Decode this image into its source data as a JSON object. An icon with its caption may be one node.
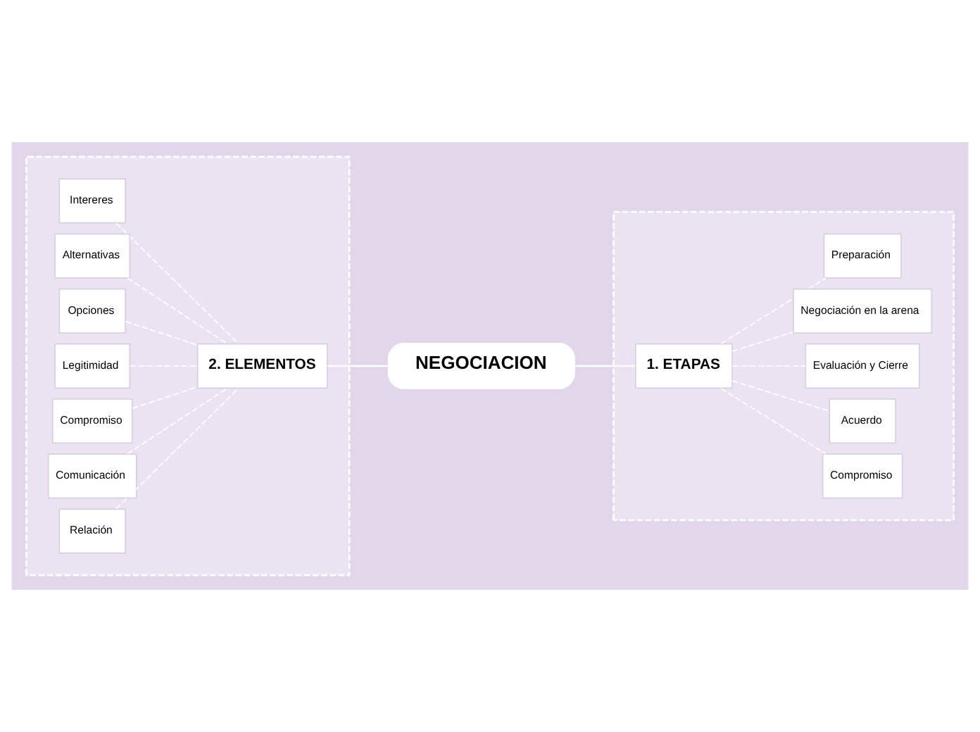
{
  "diagram": {
    "nodes": [
      {
        "text": [
          "NEGOCIACION"
        ]
      },
      {
        "text": [],
        "shape": "band"
      },
      {
        "text": [
          "1. ETAPAS"
        ],
        "in": 1
      },
      {
        "text": [
          "Preparación"
        ],
        "in": 1
      },
      {
        "text": [
          "Negociación en la arena"
        ],
        "in": 1
      },
      {
        "text": [
          "Evaluación y Cierre"
        ],
        "in": 1
      },
      {
        "text": [
          "Acuerdo"
        ],
        "in": 1
      },
      {
        "text": [
          "Compromiso"
        ],
        "in": 1
      },
      {
        "text": [],
        "shape": "band"
      },
      {
        "text": [
          "2. ELEMENTOS"
        ],
        "in": 8
      },
      {
        "text": [
          "Intereres"
        ],
        "in": 8
      },
      {
        "text": [
          "Alternativas"
        ],
        "in": 8
      },
      {
        "text": [
          "Opciones"
        ],
        "in": 8
      },
      {
        "text": [
          "Legitimidad"
        ],
        "in": 8
      },
      {
        "text": [
          "Compromiso"
        ],
        "in": 8
      },
      {
        "text": [
          "Comunicación"
        ],
        "in": 8
      },
      {
        "text": [
          "Relación"
        ],
        "in": 8
      }
    ],
    "edges": [
      {
        "from": 0,
        "to": 2,
        "arrow": "none"
      },
      {
        "from": 2,
        "to": 3,
        "arrow": "none",
        "style": "dashed"
      },
      {
        "from": 2,
        "to": 4,
        "arrow": "none",
        "style": "dashed"
      },
      {
        "from": 2,
        "to": 5,
        "arrow": "none",
        "style": "dashed"
      },
      {
        "from": 2,
        "to": 6,
        "arrow": "none",
        "style": "dashed"
      },
      {
        "from": 2,
        "to": 7,
        "arrow": "none",
        "style": "dashed"
      },
      {
        "from": 9,
        "to": 0,
        "arrow": "none"
      },
      {
        "from": 10,
        "to": 9,
        "arrow": "none",
        "style": "dashed"
      },
      {
        "from": 11,
        "to": 9,
        "arrow": "none",
        "style": "dashed"
      },
      {
        "from": 12,
        "to": 9,
        "arrow": "none",
        "style": "dashed"
      },
      {
        "from": 13,
        "to": 9,
        "arrow": "none",
        "style": "dashed"
      },
      {
        "from": 14,
        "to": 9,
        "arrow": "none",
        "style": "dashed"
      },
      {
        "from": 15,
        "to": 9,
        "arrow": "none",
        "style": "dashed"
      },
      {
        "from": 16,
        "to": 9,
        "arrow": "none",
        "style": "dashed"
      }
    ]
  }
}
